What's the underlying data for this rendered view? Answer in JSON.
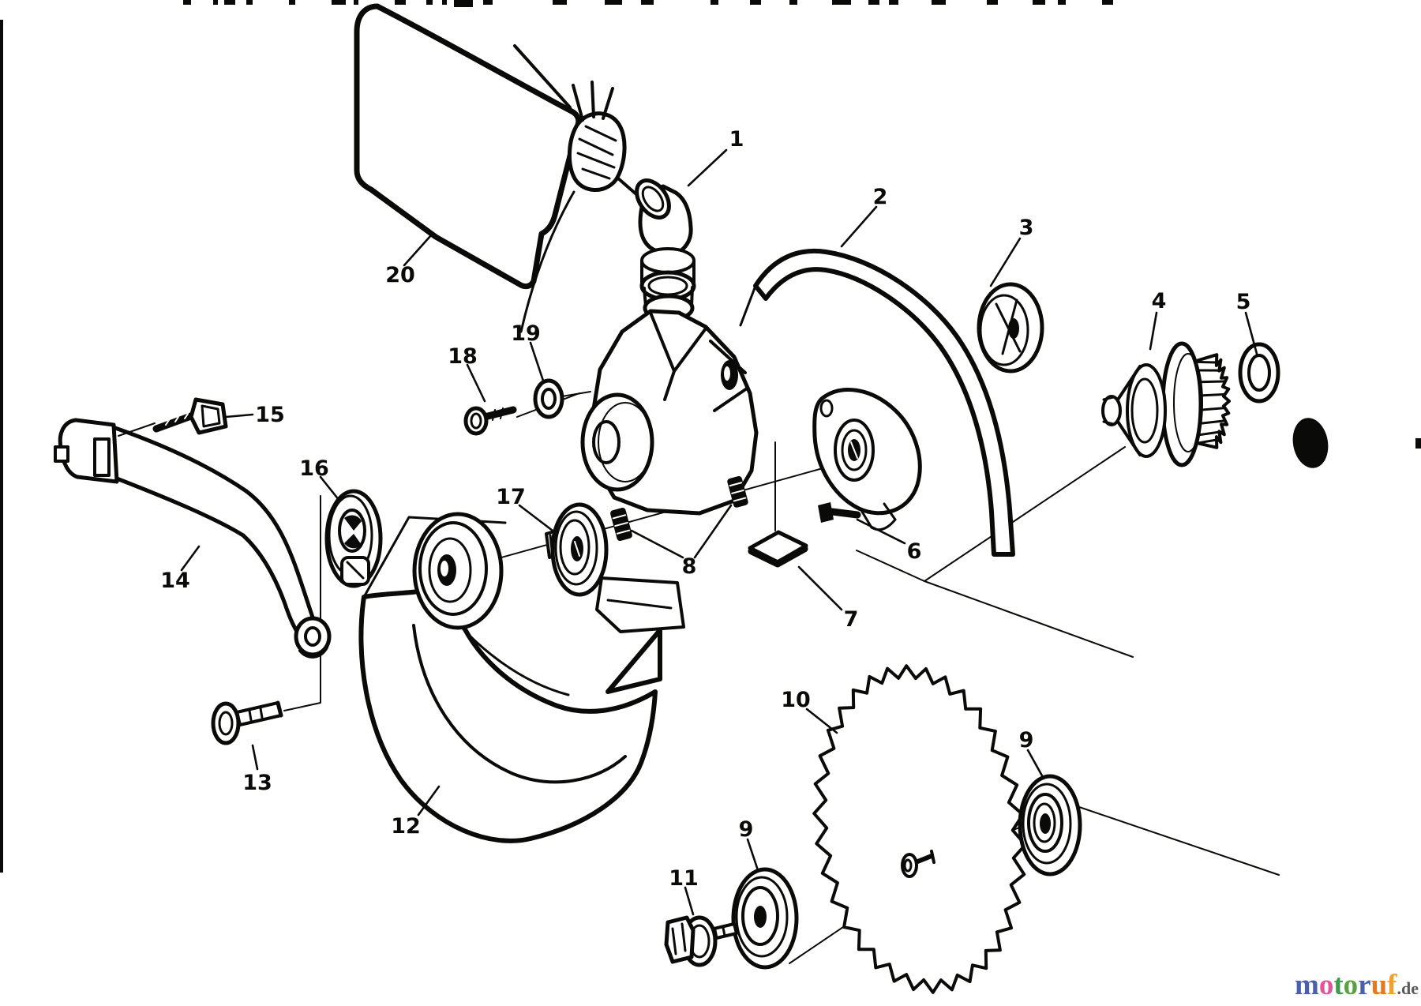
{
  "figure": {
    "kind": "exploded-parts-diagram",
    "background_color": "#ffffff",
    "ink_color": "#0a0a08",
    "description_visible_elements": "black line-art exploded view of a chop-saw blade, guards, flanges and pulley with numbered callouts"
  },
  "callouts": {
    "c1": "1",
    "c2": "2",
    "c3": "3",
    "c4": "4",
    "c5": "5",
    "c6": "6",
    "c7": "7",
    "c8": "8",
    "c9a": "9",
    "c9b": "9",
    "c10": "10",
    "c11": "11",
    "c12": "12",
    "c13": "13",
    "c14": "14",
    "c15": "15",
    "c16": "16",
    "c17": "17",
    "c18": "18",
    "c19": "19",
    "c20": "20"
  },
  "watermark": {
    "word": "motoruf",
    "letters": [
      {
        "ch": "m",
        "color": "#4a5fae"
      },
      {
        "ch": "o",
        "color": "#e0559e"
      },
      {
        "ch": "t",
        "color": "#3f9b4b"
      },
      {
        "ch": "o",
        "color": "#58a23f"
      },
      {
        "ch": "r",
        "color": "#4a5fae"
      },
      {
        "ch": "u",
        "color": "#e87820"
      },
      {
        "ch": "f",
        "color": "#f0a02c"
      }
    ],
    "tld": {
      "text": ".de",
      "color": "#5a5a5a"
    }
  }
}
